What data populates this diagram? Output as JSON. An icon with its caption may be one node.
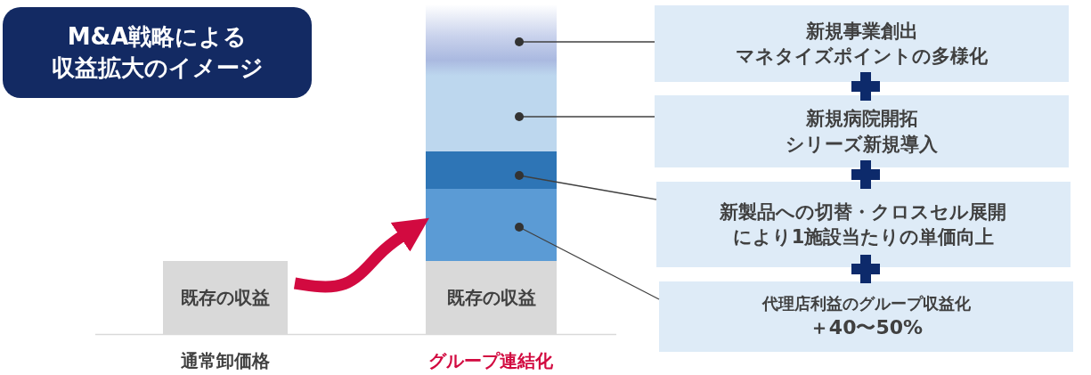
{
  "diagram": {
    "nodes": [
      {
        "text": [
          "M&A戦略による",
          "収益拡大のイメージ"
        ]
      },
      {
        "text": [
          "既存の収益"
        ]
      },
      {
        "text": [],
        "shape": "bar"
      },
      {
        "text": [],
        "shape": "bar"
      },
      {
        "text": [],
        "shape": "bar"
      },
      {
        "text": [],
        "shape": "bar"
      },
      {
        "text": [
          "既存の収益"
        ]
      },
      {
        "text": [
          "新規事業創出",
          "マネタイズポイントの多様化"
        ]
      },
      {
        "text": [
          "新規病院開拓",
          "シリーズ新規導入"
        ]
      },
      {
        "text": [
          "新製品への切替・クロスセル展開により1施設当たりの単価向上"
        ]
      },
      {
        "text": [
          "代理店利益のグループ収益化",
          "＋40〜50%"
        ]
      }
    ],
    "edges": [
      {
        "from": 1,
        "to": 5,
        "arrow": "to",
        "style": "thick",
        "color": "#d20a40"
      },
      {
        "from": 2,
        "to": 7,
        "arrow": "other"
      },
      {
        "from": 3,
        "to": 8,
        "arrow": "other"
      },
      {
        "from": 4,
        "to": 9,
        "arrow": "other"
      },
      {
        "from": 5,
        "to": 10,
        "arrow": "other"
      }
    ],
    "labels": [
      "通常卸価格",
      "グループ連結化"
    ]
  }
}
